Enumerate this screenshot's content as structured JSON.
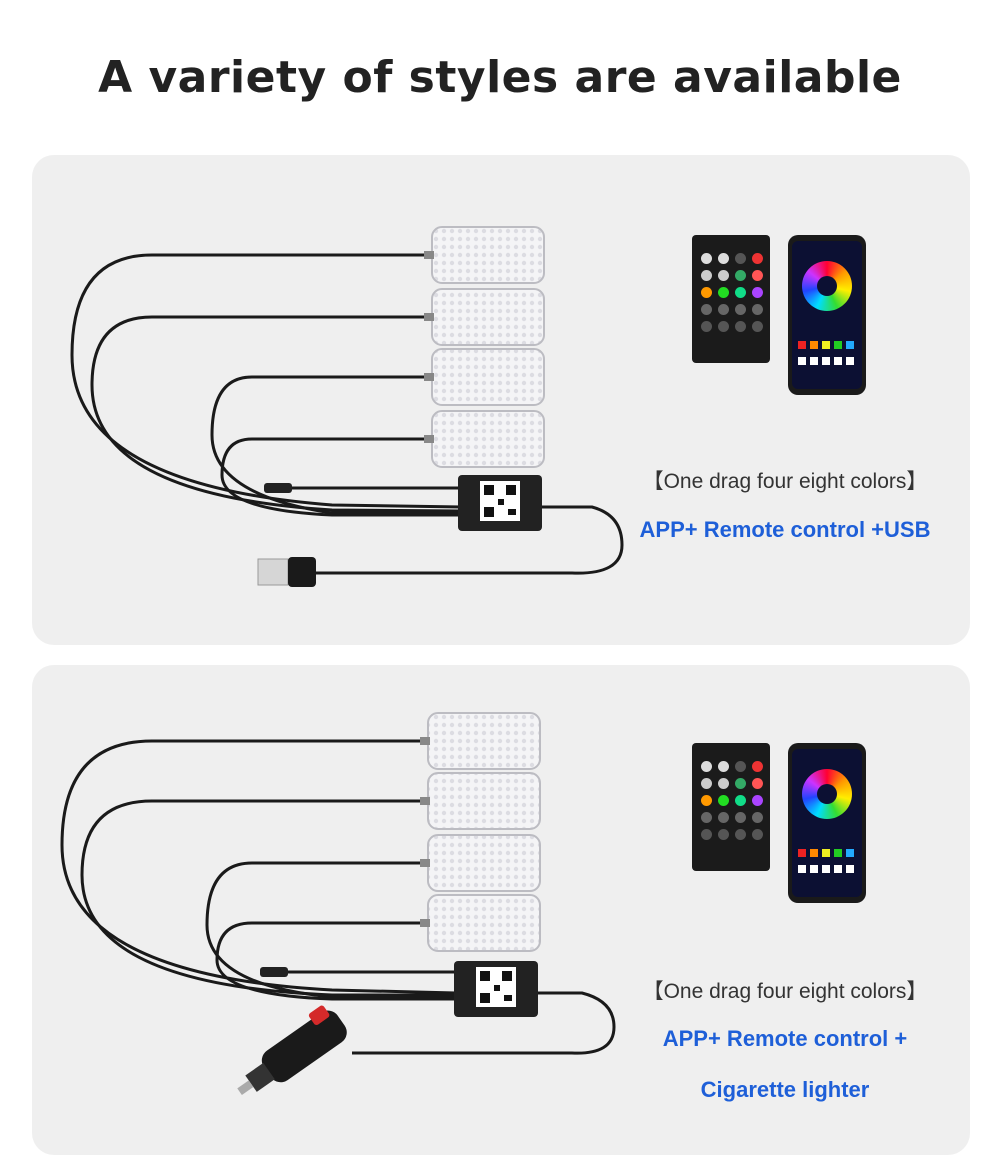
{
  "title": "A variety of styles are available",
  "products": [
    {
      "caption_line1": "【One drag four eight colors】",
      "caption_line2": "APP+ Remote control +USB",
      "caption_line3": ""
    },
    {
      "caption_line1": "【One drag four eight colors】",
      "caption_line2": "APP+ Remote control +",
      "caption_line3": "Cigarette lighter"
    }
  ],
  "colors": {
    "panel_bg": "#efefef",
    "accent_blue": "#1e5fd8",
    "cable": "#1a1a1a"
  }
}
